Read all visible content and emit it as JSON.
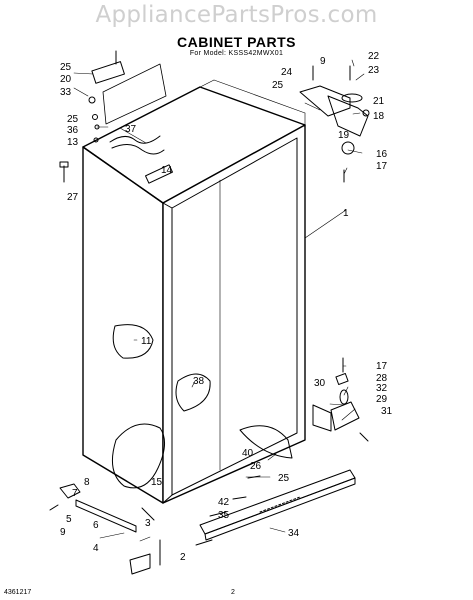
{
  "watermark": "AppliancePartsPros.com",
  "title": "CABINET PARTS",
  "model_line": "For Model: KSSS42MWX01",
  "footer": {
    "doc_number": "4361217",
    "page_number": "2"
  },
  "callouts": [
    "25",
    "20",
    "33",
    "25",
    "36",
    "13",
    "37",
    "14",
    "27",
    "9",
    "22",
    "24",
    "23",
    "25",
    "21",
    "18",
    "19",
    "16",
    "17",
    "1",
    "11",
    "38",
    "17",
    "28",
    "32",
    "29",
    "30",
    "31",
    "40",
    "26",
    "15",
    "25",
    "42",
    "35",
    "34",
    "8",
    "7",
    "5",
    "9",
    "6",
    "3",
    "4",
    "2"
  ]
}
